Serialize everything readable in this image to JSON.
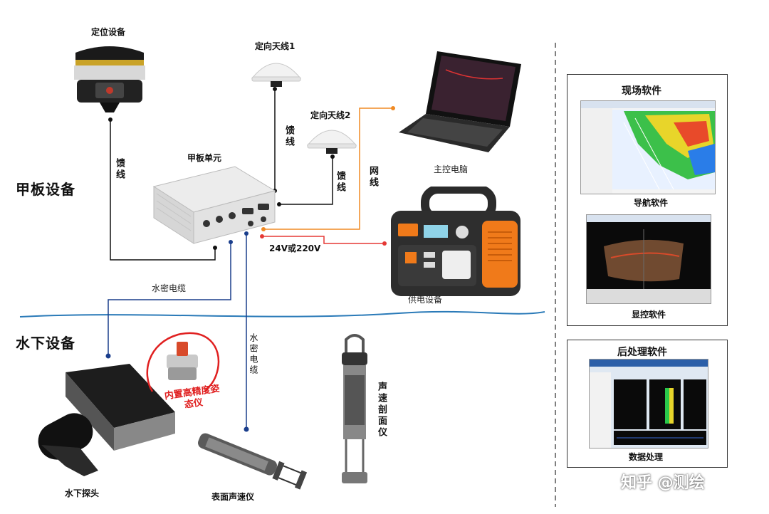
{
  "sections": {
    "deck": "甲板设备",
    "underwater": "水下设备"
  },
  "devices": {
    "gnss": "定位设备",
    "antenna1": "定向天线1",
    "antenna2": "定向天线2",
    "deck_unit": "甲板单元",
    "laptop": "主控电脑",
    "power_station": "供电设备",
    "underwater_head": "水下探头",
    "surface_sv": "表面声速仪",
    "svp": "声速剖面仪"
  },
  "cable_labels": {
    "feeder_gnss": "馈线",
    "feeder_ant1": "馈线",
    "feeder_ant2": "馈线",
    "network": "网线",
    "power_voltage": "24V或220V",
    "watertight_h": "水密电缆",
    "watertight_v": "水密电缆"
  },
  "callout": {
    "imu": "内置高精度姿态仪"
  },
  "software_panel": {
    "title": "现场软件",
    "nav_caption": "导航软件",
    "display_caption": "显控软件"
  },
  "post_panel": {
    "title": "后处理软件",
    "caption": "数据处理"
  },
  "watermark": "知乎 @测绘",
  "colors": {
    "water_line": "#2a7ab8",
    "power_line": "#e53935",
    "network_line": "#f08a24",
    "cable_black": "#111111",
    "cable_blue": "#1a3e8c",
    "callout_red": "#e02020"
  }
}
